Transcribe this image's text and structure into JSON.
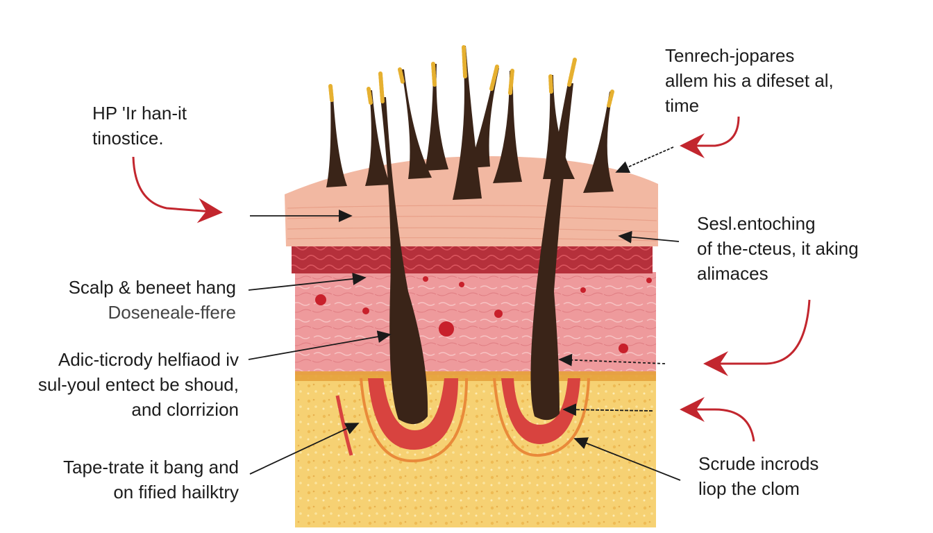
{
  "labels": {
    "top_left": [
      "HP 'Ir han-it",
      "tinostice."
    ],
    "top_right": [
      "Tenrech-jopares",
      "allem his a difeset al,",
      "time"
    ],
    "mid_right": [
      "Sesl.entoching",
      "of the-cteus, it aking",
      "alimaces"
    ],
    "scalp": [
      "Scalp & beneet hang",
      "Doseneale-ffere"
    ],
    "adic": [
      "Adic-ticrody helfiaod iv",
      "sul-youl entect be shoud,",
      "and clorrizion"
    ],
    "tape": [
      "Tape-trate it bang and",
      "on fified hailktry"
    ],
    "scrude": [
      "Scrude incrods",
      "liop the clom"
    ]
  },
  "colors": {
    "epidermis": "#f2b8a2",
    "dermis_band": "#b5303b",
    "dermis": "#e98a8f",
    "fat": "#f6d173",
    "hair": "#3a2418",
    "hair_tip": "#e6b030",
    "arrow_red": "#c2262e",
    "arrow_black": "#1a1a1a"
  }
}
